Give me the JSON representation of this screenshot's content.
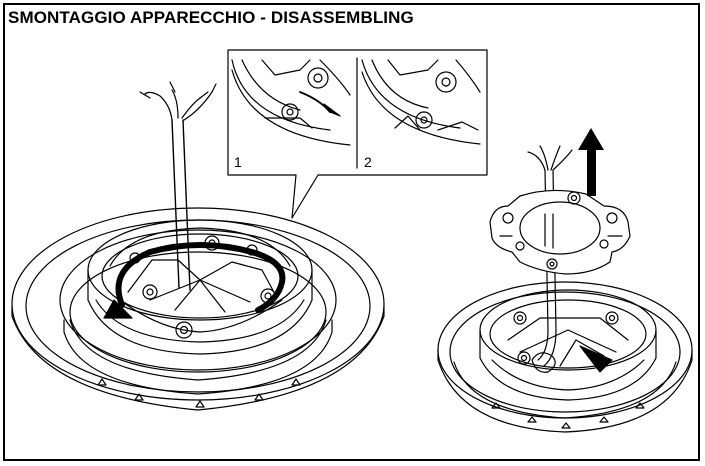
{
  "title": "SMONTAGGIO APPARECCHIO - DISASSEMBLING",
  "inset": {
    "steps": [
      {
        "label": "1"
      },
      {
        "label": "2"
      }
    ]
  },
  "colors": {
    "line": "#000000",
    "background": "#ffffff"
  },
  "icons": [
    "rotate-arrow-icon",
    "lift-up-arrow-icon"
  ]
}
